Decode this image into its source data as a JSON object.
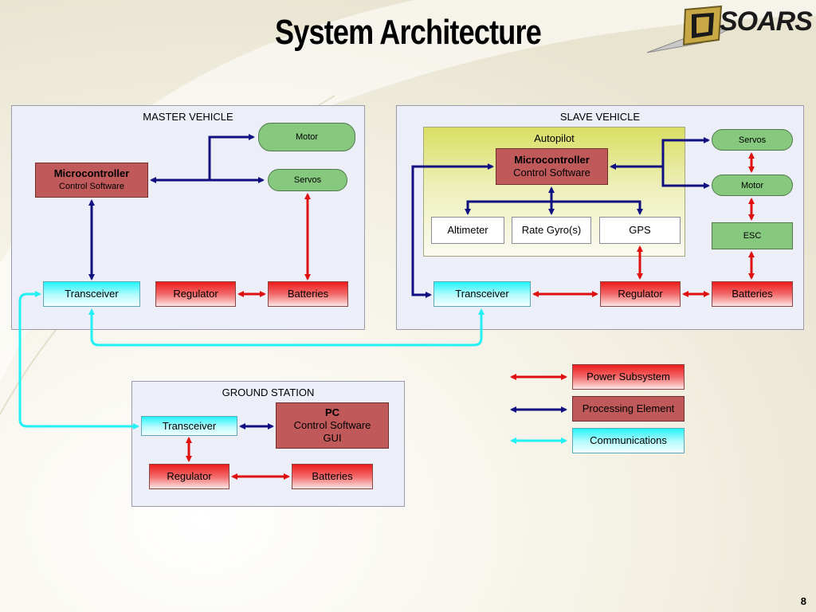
{
  "slide": {
    "title": "System Architecture",
    "logo_text": "SOARS",
    "page_number": "8"
  },
  "master": {
    "title": "MASTER VEHICLE",
    "motor": "Motor",
    "servos": "Servos",
    "mcu_name": "Microcontroller",
    "mcu_sub": "Control Software",
    "transceiver": "Transceiver",
    "regulator": "Regulator",
    "batteries": "Batteries"
  },
  "slave": {
    "title": "SLAVE VEHICLE",
    "autopilot": "Autopilot",
    "mcu_name": "Microcontroller",
    "mcu_sub": "Control Software",
    "altimeter": "Altimeter",
    "gyro": "Rate Gyro(s)",
    "gps": "GPS",
    "servos": "Servos",
    "motor": "Motor",
    "esc": "ESC",
    "transceiver": "Transceiver",
    "regulator": "Regulator",
    "batteries": "Batteries"
  },
  "ground": {
    "title": "GROUND STATION",
    "transceiver": "Transceiver",
    "pc_name": "PC",
    "pc_sub1": "Control Software",
    "pc_sub2": "GUI",
    "regulator": "Regulator",
    "batteries": "Batteries"
  },
  "legend": {
    "power": "Power Subsystem",
    "processing": "Processing Element",
    "communications": "Communications"
  },
  "colors": {
    "power": "#e01010",
    "processing": "#101080",
    "communications": "#22f0f4"
  }
}
